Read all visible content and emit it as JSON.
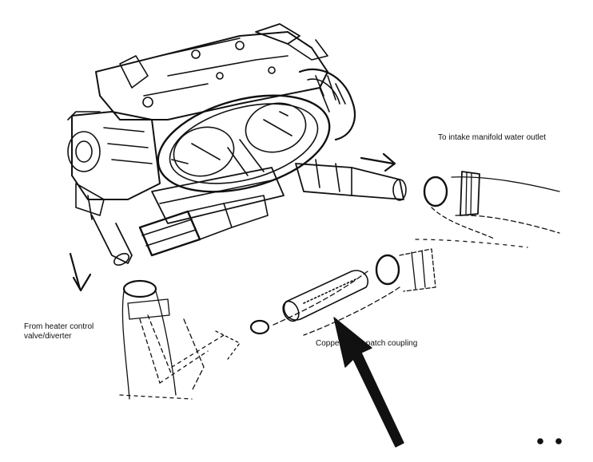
{
  "labels": {
    "outlet": "To intake manifold water outlet",
    "heater_line1": "From heater control",
    "heater_line2": "valve/diverter",
    "coupling": "Copper/brass patch coupling"
  },
  "colors": {
    "ink": "#111111",
    "paper": "#ffffff"
  }
}
